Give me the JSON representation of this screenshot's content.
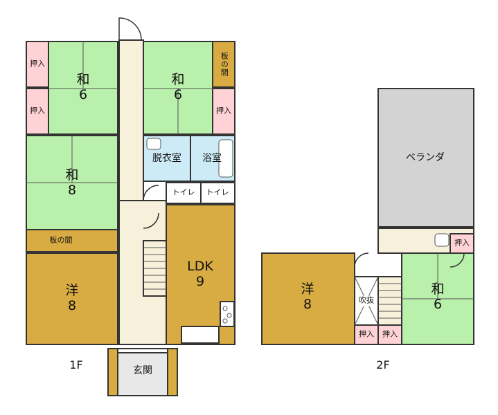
{
  "floor_1f": {
    "label": "1F",
    "rooms": {
      "wa6_left": {
        "name": "和",
        "size": "6"
      },
      "wa6_right": {
        "name": "和",
        "size": "6"
      },
      "wa8": {
        "name": "和",
        "size": "8"
      },
      "itanoma_bottom": "板の間",
      "itanoma_top": "板の間",
      "you8": {
        "name": "洋",
        "size": "8"
      },
      "ldk": {
        "name": "LDK",
        "size": "9"
      },
      "datsuishitsu": "脱衣室",
      "yokushitsu": "浴室",
      "toilet_1": "トイレ",
      "toilet_2": "トイレ",
      "genkan": "玄関",
      "oshiire_1": "押入",
      "oshiire_2": "押入",
      "oshiire_3": "押入"
    }
  },
  "floor_2f": {
    "label": "2F",
    "rooms": {
      "veranda": "ベランダ",
      "you8": {
        "name": "洋",
        "size": "8"
      },
      "wa6": {
        "name": "和",
        "size": "6"
      },
      "fukinuke": "吹抜",
      "oshiire_1": "押入",
      "oshiire_2": "押入",
      "oshiire_3": "押入"
    }
  },
  "colors": {
    "tatami": "#b9f0ab",
    "wood": "#d9ac43",
    "closet": "#ffd3d6",
    "hall": "#f7f0db",
    "wet": "#cdebf6",
    "veranda": "#d3d3d3",
    "wall": "#333333"
  }
}
